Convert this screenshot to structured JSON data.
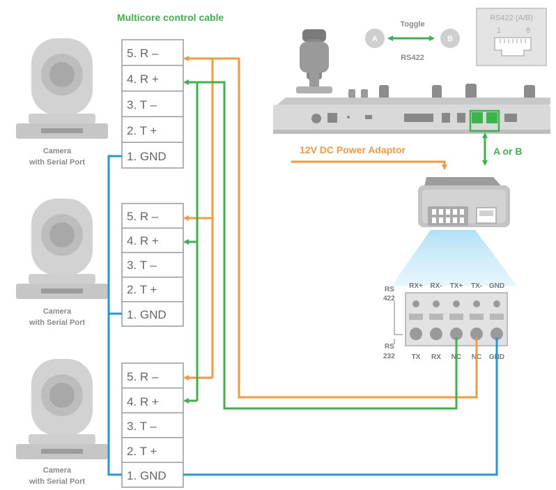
{
  "title": "Multicore control cable",
  "camera_label_line1": "Camera",
  "camera_label_line2": "with Serial Port",
  "terminals": [
    "5. R –",
    "4. R +",
    "3. T –",
    "2. T +",
    "1. GND"
  ],
  "toggle": {
    "title": "Toggle",
    "a": "A",
    "b": "B",
    "sub": "RS422"
  },
  "rs422_port": {
    "title": "RS422 (A/B)",
    "pin_left": "1",
    "pin_right": "8"
  },
  "power_label": "12V DC Power Adaptor",
  "a_or_b": "A or B",
  "converter": {
    "rs422_label_1": "RS",
    "rs422_label_2": "422",
    "rs232_label_1": "RS",
    "rs232_label_2": "232",
    "top_pins": [
      "RX+",
      "RX-",
      "TX+",
      "TX-",
      "GND"
    ],
    "bottom_pins": [
      "TX",
      "RX",
      "NC",
      "NC",
      "GND"
    ]
  },
  "colors": {
    "green": "#3ab54a",
    "orange": "#f39a3c",
    "blue": "#1e9ad6",
    "gray": "#b5b5b5"
  }
}
